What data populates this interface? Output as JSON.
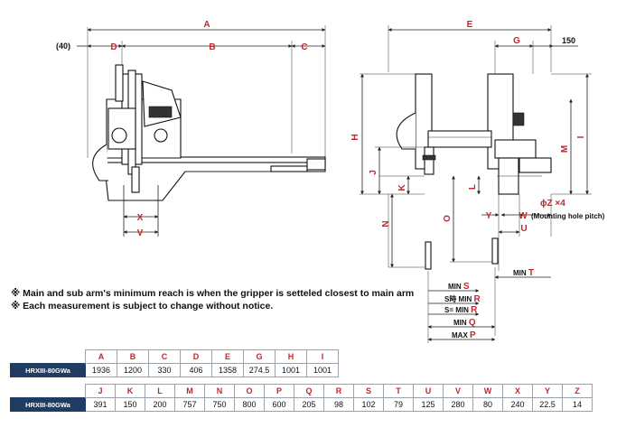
{
  "labels": {
    "side": {
      "A": "A",
      "D": "D",
      "B": "B",
      "C": "C",
      "X": "X",
      "V": "V",
      "J": "J",
      "K": "K",
      "L": "L",
      "N": "N",
      "O": "O",
      "forty": "(40)"
    },
    "front": {
      "E": "E",
      "G": "G",
      "H": "H",
      "M": "M",
      "I": "I",
      "Y": "Y",
      "W": "W",
      "U": "U",
      "one_fifty": "150",
      "phi_z": "ϕZ ×4",
      "mounting": "(Mounting hole pitch)"
    },
    "reach": {
      "min_t_prefix": "MIN ",
      "min_t_letter": "T",
      "min_s_prefix": "MIN ",
      "min_s_letter": "S",
      "s_min_r_prefix": "S時 MIN ",
      "s_min_r_letter": "R",
      "s_eq_min_r_prefix": "S= MIN ",
      "s_eq_min_r_letter": "R",
      "min_q_prefix": "MIN ",
      "min_q_letter": "Q",
      "max_p_prefix": "MAX ",
      "max_p_letter": "P"
    }
  },
  "notes": [
    "※ Main and sub arm's minimum reach is when the gripper is setteled closest to main arm",
    "※ Each measurement is subject to change without notice."
  ],
  "table1": {
    "model": "HRXIII-80GWa",
    "headers": [
      "A",
      "B",
      "C",
      "D",
      "E",
      "G",
      "H",
      "I"
    ],
    "values": [
      "1936",
      "1200",
      "330",
      "406",
      "1358",
      "274.5",
      "1001",
      "1001"
    ]
  },
  "table2": {
    "model": "HRXIII-80GWa",
    "headers": [
      "J",
      "K",
      "L",
      "M",
      "N",
      "O",
      "P",
      "Q",
      "R",
      "S",
      "T",
      "U",
      "V",
      "W",
      "X",
      "Y",
      "Z"
    ],
    "values": [
      "391",
      "150",
      "200",
      "757",
      "750",
      "800",
      "600",
      "205",
      "98",
      "102",
      "79",
      "125",
      "280",
      "80",
      "240",
      "22.5",
      "14"
    ]
  }
}
